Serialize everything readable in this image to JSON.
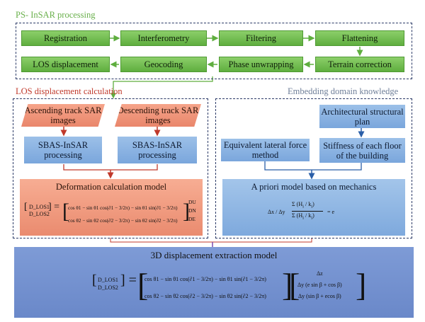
{
  "sections": {
    "psinsar": "PS- InSAR processing",
    "los": "LOS displacement calculation",
    "domain": "Embedding domain knowledge"
  },
  "steps": {
    "registration": "Registration",
    "interferometry": "Interferometry",
    "filtering": "Filtering",
    "flattening": "Flattening",
    "los_displacement": "LOS displacement",
    "geocoding": "Geocoding",
    "phase_unwrapping": "Phase unwrapping",
    "terrain_correction": "Terrain correction"
  },
  "los_boxes": {
    "ascending": "Ascending track SAR images",
    "descending": "Descending track SAR images",
    "sbas1": "SBAS-InSAR processing",
    "sbas2": "SBAS-InSAR processing",
    "deformation_title": "Deformation calculation model"
  },
  "domain_boxes": {
    "structural_plan": "Architectural structural plan",
    "lateral_force": "Equivalent lateral force method",
    "stiffness": "Stiffness of each floor of the building",
    "priori_title": "A priori model based on mechanics",
    "priori_formula_lhs": "Δx / Δy",
    "priori_formula_rhs": "= e"
  },
  "final": {
    "title": "3D displacement extraction model"
  },
  "formulas": {
    "d_los1": "D_LOS1",
    "d_los2": "D_LOS2",
    "row1": "cos θ1  − sin θ1 cos(∂1 − 3/2π)  − sin θ1 sin(∂1 − 3/2π)",
    "row2": "cos θ2  − sin θ2 cos(∂2 − 3/2π)  − sin θ2 sin(∂2 − 3/2π)",
    "du": "DU",
    "dn": "DN",
    "de": "DE",
    "dz": "Δz",
    "dy1": "Δy (e sin β + cos β)",
    "dy2": "Δy (sin β + ecos β)"
  },
  "colors": {
    "green": "#5fae3f",
    "orange": "#e9866b",
    "blue": "#7aa6dc",
    "dash": "#2b3a67",
    "title_green": "#6ab04c",
    "title_orange": "#c0392b",
    "title_gray": "#6f7f99"
  }
}
